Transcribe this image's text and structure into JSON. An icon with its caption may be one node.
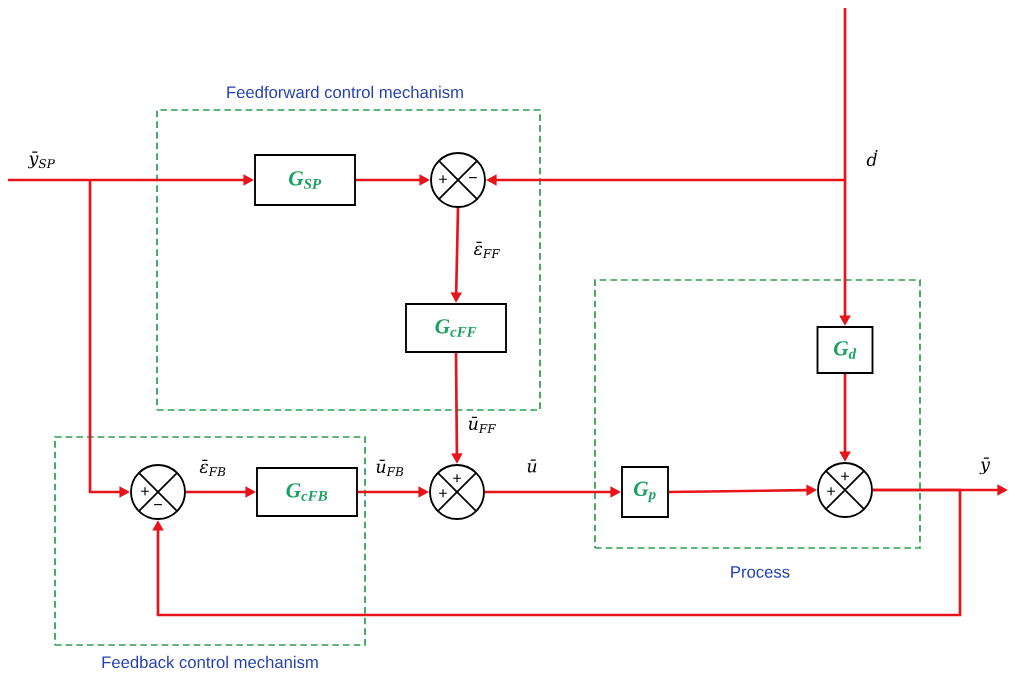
{
  "diagram": {
    "nodes": [
      {
        "text": [
          "Feedforward control mechanism"
        ]
      },
      {
        "text": [
          "Feedback control mechanism"
        ]
      },
      {
        "text": [
          "Process"
        ]
      },
      {
        "text": [
          "G$_{SP}$"
        ],
        "in": 0
      },
      {
        "text": [
          "+",
          "−"
        ],
        "in": 0
      },
      {
        "text": [
          "G$_{cFF}$"
        ],
        "in": 0
      },
      {
        "text": [
          "+",
          "−"
        ],
        "in": 1
      },
      {
        "text": [
          "G$_{cFB}$"
        ],
        "in": 1
      },
      {
        "text": [
          "+",
          "+"
        ]
      },
      {
        "text": [
          "G$_{p}$"
        ],
        "in": 2
      },
      {
        "text": [
          "G$_{d}$"
        ],
        "in": 2
      },
      {
        "text": [
          "+",
          "+"
        ],
        "in": 2
      }
    ],
    "edges": [
      {
        "from": null,
        "to": 3,
        "arrow": "to",
        "label": "ȳ$_{SP}$"
      },
      {
        "from": null,
        "to": 6,
        "arrow": "to"
      },
      {
        "from": 3,
        "to": 4,
        "arrow": "to"
      },
      {
        "from": null,
        "to": 4,
        "arrow": "to",
        "label": "ḋ"
      },
      {
        "from": null,
        "to": 10,
        "arrow": "to"
      },
      {
        "from": 4,
        "to": 5,
        "arrow": "to",
        "label": "ε̄$_{FF}$"
      },
      {
        "from": 5,
        "to": 8,
        "arrow": "to",
        "label": "ū$_{FF}$"
      },
      {
        "from": 6,
        "to": 7,
        "arrow": "to",
        "label": "ε̄$_{FB}$"
      },
      {
        "from": 7,
        "to": 8,
        "arrow": "to",
        "label": "ū$_{FB}$"
      },
      {
        "from": 8,
        "to": 9,
        "arrow": "to",
        "label": "ū"
      },
      {
        "from": 9,
        "to": 11,
        "arrow": "to"
      },
      {
        "from": 10,
        "to": 11,
        "arrow": "to"
      },
      {
        "from": 11,
        "to": null,
        "arrow": "to",
        "label": "ȳ"
      },
      {
        "from": 11,
        "to": 6,
        "arrow": "to"
      }
    ]
  }
}
